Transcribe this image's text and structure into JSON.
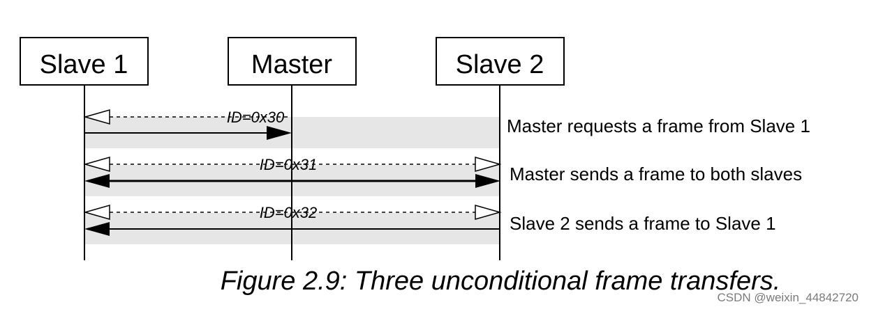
{
  "participants": {
    "slave1": "Slave 1",
    "master": "Master",
    "slave2": "Slave 2"
  },
  "transfers": [
    {
      "id_label": "ID=0x30",
      "description": "Master requests a frame from Slave 1"
    },
    {
      "id_label": "ID=0x31",
      "description": "Master sends a frame to both slaves"
    },
    {
      "id_label": "ID=0x32",
      "description": "Slave 2 sends a frame to Slave 1"
    }
  ],
  "caption": "Figure 2.9: Three unconditional frame transfers.",
  "watermark": "CSDN @weixin_44842720"
}
